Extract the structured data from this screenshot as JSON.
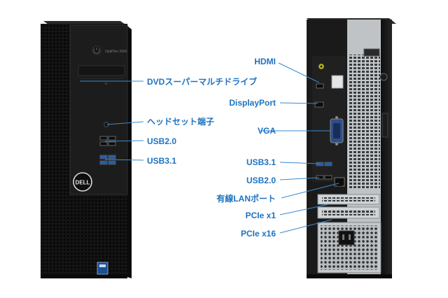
{
  "front_labels": [
    {
      "key": "dvd",
      "text": "DVDスーパーマルチドライブ"
    },
    {
      "key": "headset",
      "text": "ヘッドセット端子"
    },
    {
      "key": "usb20",
      "text": "USB2.0"
    },
    {
      "key": "usb31",
      "text": "USB3.1"
    }
  ],
  "rear_labels": [
    {
      "key": "hdmi",
      "text": "HDMI"
    },
    {
      "key": "displayport",
      "text": "DisplayPort"
    },
    {
      "key": "vga",
      "text": "VGA"
    },
    {
      "key": "usb31",
      "text": "USB3.1"
    },
    {
      "key": "usb20",
      "text": "USB2.0"
    },
    {
      "key": "lan",
      "text": "有線LANポート"
    },
    {
      "key": "pcie-x1",
      "text": "PCIe x1"
    },
    {
      "key": "pcie-x16",
      "text": "PCIe x16"
    }
  ],
  "front_model_text": "OptiPlex 3060",
  "brand_logo_text": "DELL",
  "colors": {
    "label": "#1d73c0",
    "leader": "#3a8ad0",
    "chassis": "#161616",
    "chassis_edge": "#2c2c2c",
    "usb3_blue": "#1f5fb8",
    "steel": "#bfc3c6"
  }
}
